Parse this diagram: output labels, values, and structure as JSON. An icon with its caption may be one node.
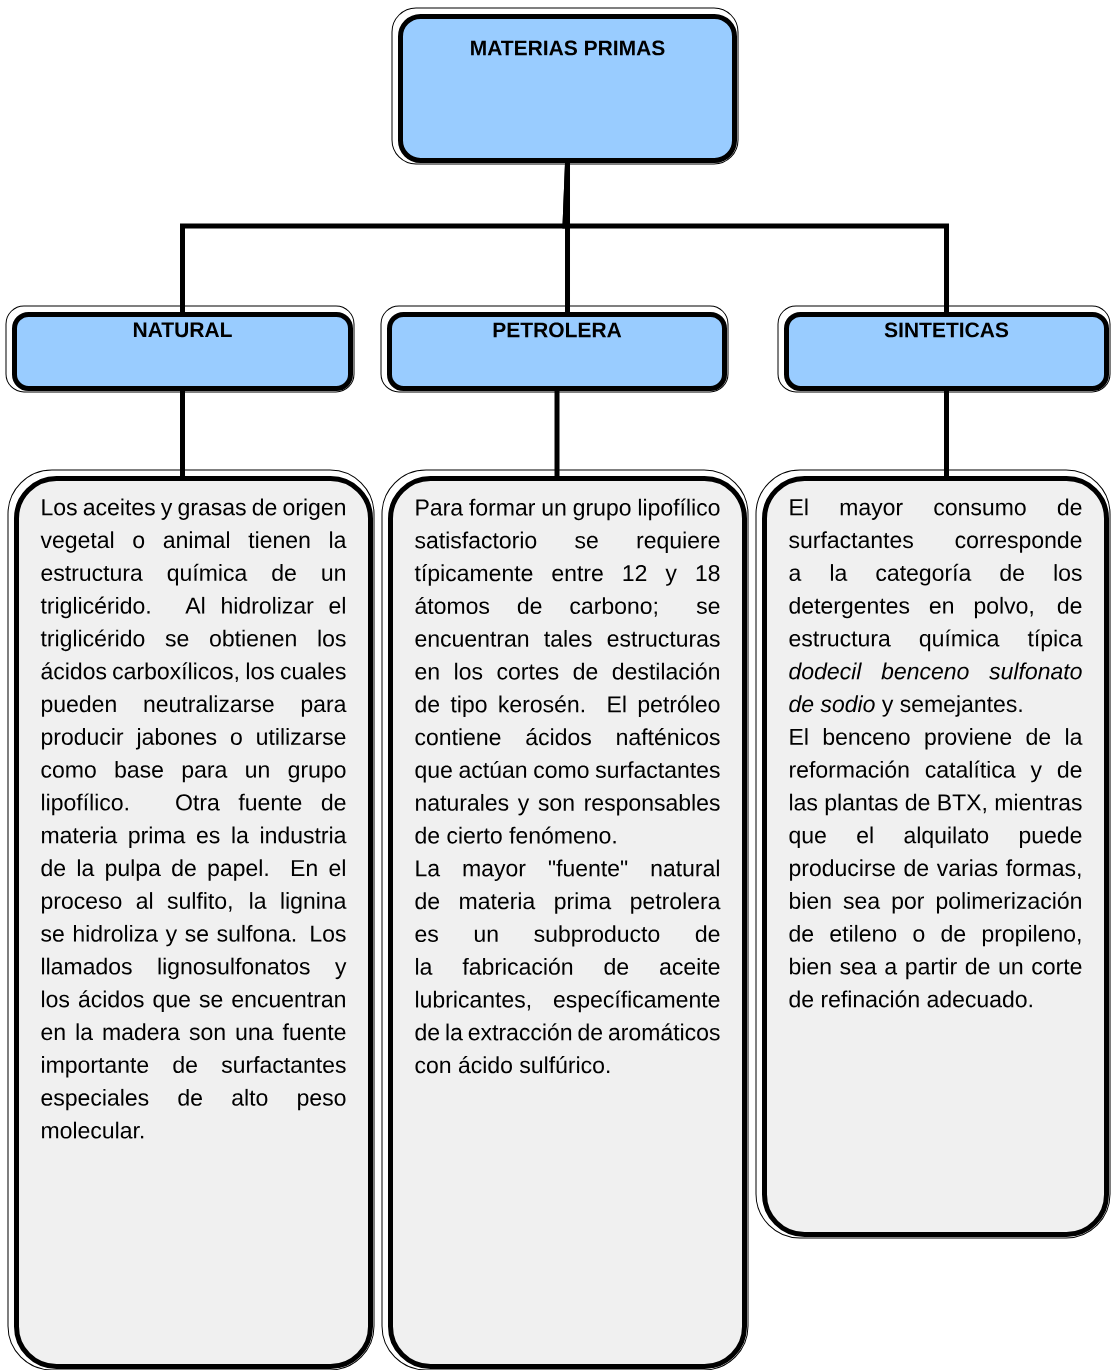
{
  "diagram": {
    "nodes": [
      {
        "text": [
          "MATERIAS PRIMAS"
        ]
      },
      {
        "text": [
          "NATURAL"
        ]
      },
      {
        "text": [
          "PETROLERA"
        ]
      },
      {
        "text": [
          "SINTETICAS"
        ]
      },
      {
        "text": [
          "Los aceites y grasas de origen vegetal o animal tienen la estructura química de un triglicérido. Al hidrolizar el triglicérido se obtienen los ácidos carboxílicos, los cuales pueden neutralizarse para producir jabones o utilizarse como base para un grupo lipofílico. Otra fuente de materia prima es la industria de la pulpa de papel. En el proceso al sulfito, la lignina se hidroliza y se sulfona. Los llamados lignosulfonatos y los ácidos que se encuentran en la madera son una fuente importante de surfactantes especiales de alto peso molecular."
        ]
      },
      {
        "text": [
          "Para formar un grupo lipofílico satisfactorio se requiere típicamente entre 12 y 18 átomos de carbono; se encuentran tales estructuras en los cortes de destilación de tipo kerosén. El petróleo contiene ácidos nafténicos que actúan como surfactantes naturales y son responsables de cierto fenómeno.",
          "La mayor \"fuente\" natural de materia prima petrolera es un subproducto de la fabricación de aceite lubricantes, específicamente de la extracción de aromáticos con ácido sulfúrico."
        ]
      },
      {
        "text": [
          "El mayor consumo de surfactantes corresponde a la categoría de los detergentes en polvo, de estructura química típica *dodecil benceno sulfonato de sodio* y semejantes.",
          "El benceno proviene de la reformación catalítica y de las plantas de BTX, mientras que el alquilato puede producirse de varias formas, bien sea por polimerización de etileno o de propileno, bien sea a partir de un corte de refinación adecuado."
        ]
      }
    ],
    "edges": [
      {
        "from": 0,
        "to": 1,
        "arrow": "none"
      },
      {
        "from": 0,
        "to": 2,
        "arrow": "none"
      },
      {
        "from": 0,
        "to": 3,
        "arrow": "none"
      },
      {
        "from": 1,
        "to": 4,
        "arrow": "none"
      },
      {
        "from": 2,
        "to": 5,
        "arrow": "none"
      },
      {
        "from": 3,
        "to": 6,
        "arrow": "none"
      }
    ]
  }
}
